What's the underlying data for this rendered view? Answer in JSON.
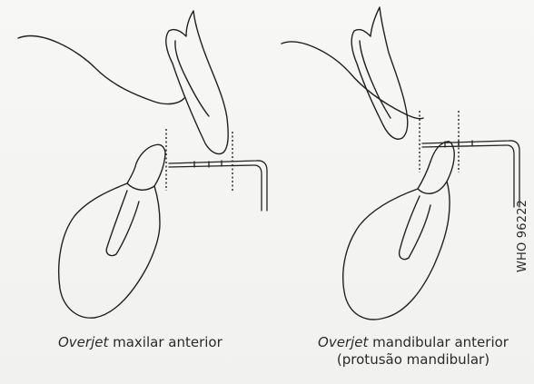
{
  "figure": {
    "left_caption": {
      "term": "Overjet",
      "rest": " maxilar anterior"
    },
    "right_caption": {
      "term": "Overjet",
      "rest": " mandibular anterior",
      "line2": "(protusão mandibular)"
    },
    "reference_code": "WHO 96222"
  }
}
